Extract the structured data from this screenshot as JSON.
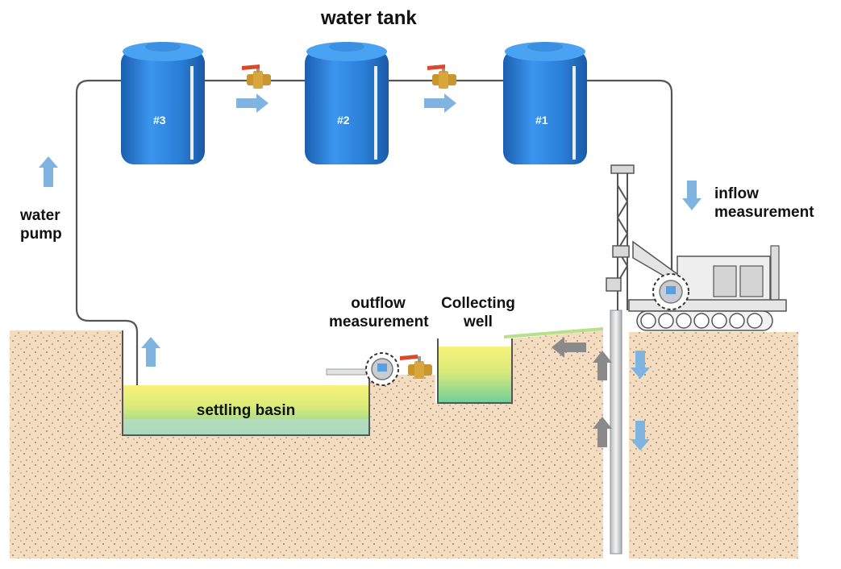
{
  "labels": {
    "title": "water tank",
    "inflow": [
      "inflow",
      "measurement"
    ],
    "water_pump": [
      "water",
      "pump"
    ],
    "outflow": [
      "outflow",
      "measurement"
    ],
    "collecting_well": [
      "Collecting",
      "well"
    ],
    "settling_basin": "settling basin"
  },
  "tanks": [
    {
      "id": "#3"
    },
    {
      "id": "#2"
    },
    {
      "id": "#1"
    }
  ],
  "colors": {
    "soil": "#f3dcc0",
    "tank_blue": "#2a7fd6",
    "pipe": "#555555",
    "arrow_blue": "#7fb4e0",
    "arrow_gray": "#8a8a8a",
    "water_yellow": "#f5ef78",
    "water_green": "#6fcf9a",
    "valve_handle": "#e0462a",
    "valve_brass": "#c9952e"
  },
  "icons": [
    "arrow-right-icon",
    "arrow-up-icon",
    "arrow-down-icon",
    "arrow-left-icon",
    "valve-icon",
    "flow-meter-icon",
    "drilling-rig-icon"
  ]
}
